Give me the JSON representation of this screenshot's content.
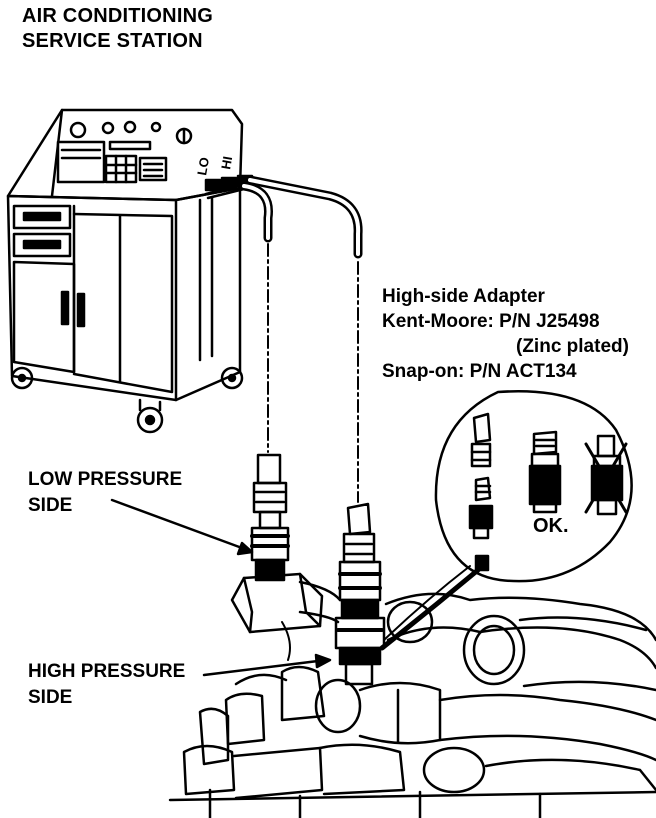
{
  "title": {
    "line1": "AIR CONDITIONING",
    "line2": "SERVICE STATION"
  },
  "station_panel": {
    "lo_label": "LO",
    "hi_label": "HI"
  },
  "adapter_info": {
    "line1": "High-side Adapter",
    "line2": "Kent-Moore: P/N J25498",
    "line3": "(Zinc plated)",
    "line4": "Snap-on: P/N ACT134"
  },
  "callouts": {
    "low_line1": "LOW PRESSURE",
    "low_line2": "SIDE",
    "high_line1": "HIGH PRESSURE",
    "high_line2": "SIDE"
  },
  "detail": {
    "ok_label": "OK."
  },
  "colors": {
    "ink": "#000000",
    "paper": "#ffffff"
  }
}
